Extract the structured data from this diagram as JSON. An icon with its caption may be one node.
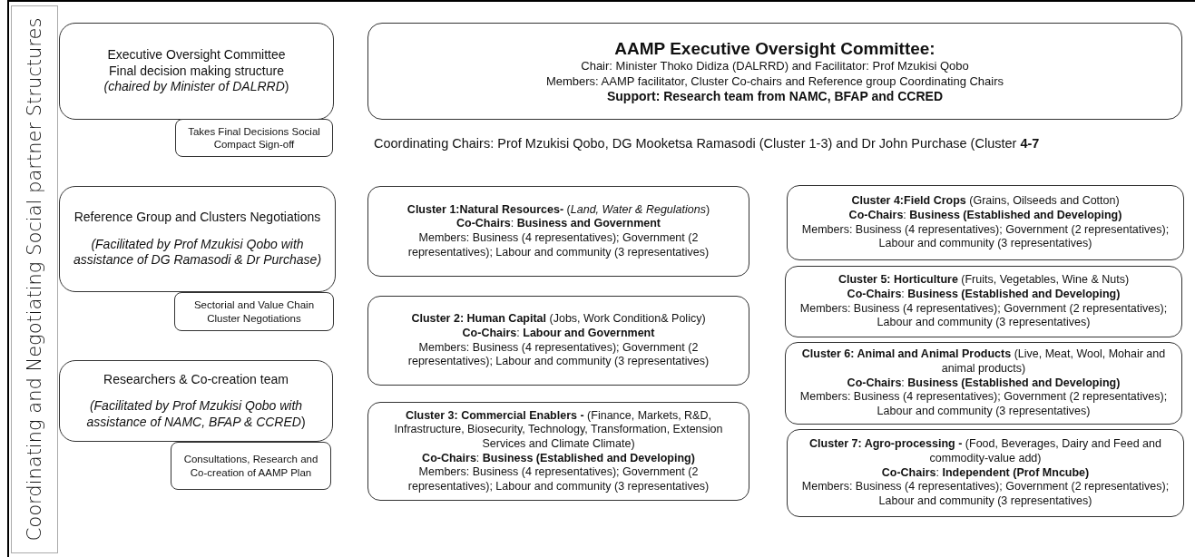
{
  "diagram": {
    "nodes": [
      {
        "text": [
          "Coordinating and Negotiating Social partner Structures"
        ]
      },
      {
        "text": [
          "Executive Oversight Committee",
          "Final decision making structure",
          "*(chaired by Minister of DALRRD*)"
        ]
      },
      {
        "text": [
          "Takes Final Decisions Social Compact Sign-off"
        ]
      },
      {
        "text": [
          "Reference Group and Clusters Negotiations",
          "*(Facilitated by Prof Mzukisi Qobo with assistance of DG Ramasodi & Dr Purchase)*"
        ]
      },
      {
        "text": [
          "Sectorial and Value Chain Cluster Negotiations"
        ]
      },
      {
        "text": [
          "Researchers & Co-creation team",
          "*(Facilitated by Prof Mzukisi Qobo with assistance of NAMC, BFAP & CCRED*)"
        ]
      },
      {
        "text": [
          "Consultations, Research and Co-creation of AAMP Plan"
        ]
      },
      {
        "text": [
          "AAMP Executive Oversight Committee:",
          "Chair: Minister Thoko Didiza (DALRRD) and Facilitator: Prof Mzukisi Qobo",
          "Members: AAMP facilitator, Cluster Co-chairs and Reference group Coordinating Chairs",
          "Support: Research team from NAMC, BFAP and CCRED"
        ]
      },
      {
        "text": [
          "**Cluster 1:Natural Resources-** (*Land, Water & Regulations*)",
          "**Co-Chairs**: **Business and Government**",
          "Members: Business (4 representatives); Government (2 representatives); Labour and community (3 representatives)"
        ]
      },
      {
        "text": [
          "**Cluster 2: Human Capital** (Jobs, Work Condition& Policy)",
          "**Co-Chairs**: **Labour and Government**",
          "Members: Business (4 representatives); Government (2 representatives); Labour and community (3 representatives)"
        ]
      },
      {
        "text": [
          "**Cluster 3: Commercial Enablers -** (Finance, Markets, R&D, Infrastructure, Biosecurity, Technology, Transformation, Extension Services and Climate Climate)",
          "**Co-Chairs**: **Business (Established and Developing)**",
          "Members: Business (4 representatives); Government (2 representatives); Labour and community (3 representatives)"
        ]
      },
      {
        "text": [
          "**Cluster 4:Field Crops** (Grains, Oilseeds and Cotton)",
          "**Co-Chairs**: **Business (Established and Developing)**",
          "Members: Business (4 representatives); Government (2 representatives); Labour and community (3 representatives)"
        ]
      },
      {
        "text": [
          "**Cluster 5: Horticulture** (Fruits, Vegetables, Wine & Nuts)",
          "**Co-Chairs**: **Business (Established and Developing)**",
          "Members: Business (4 representatives); Government (2 representatives); Labour and community (3 representatives)"
        ]
      },
      {
        "text": [
          "**Cluster 6: Animal and Animal Products** (Live, Meat, Wool, Mohair and animal products)",
          "**Co-Chairs**: **Business (Established and Developing)**",
          "Members: Business (4 representatives); Government (2 representatives); Labour and community (3 representatives)"
        ]
      },
      {
        "text": [
          "**Cluster 7: Agro-processing -** (Food, Beverages, Dairy and Feed and commodity-value add)",
          "**Co-Chairs**: **Independent (Prof Mncube)**",
          "Members: Business (4 representatives); Government (2 representatives); Labour and community (3 representatives)"
        ]
      }
    ],
    "labels": [
      "Coordinating Chairs: Prof Mzukisi Qobo, DG Mooketsa Ramasodi (Cluster 1-3) and Dr John Purchase (Cluster **4-7**"
    ]
  }
}
